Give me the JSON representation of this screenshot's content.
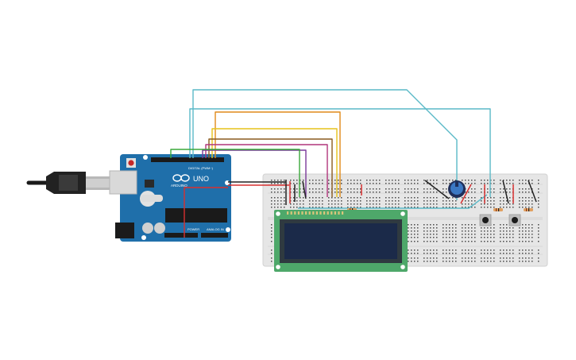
{
  "arduino": {
    "brand_label": "ARDUINO",
    "model_label": "UNO",
    "digital_header_label": "DIGITAL (PWM~)",
    "power_header_label": "POWER",
    "analog_header_label": "ANALOG IN"
  },
  "colors": {
    "board_blue": "#1f6faa",
    "breadboard": "#e6e6e6",
    "lcd_pcb": "#4ea86a",
    "lcd_screen": "#1b2a49",
    "wire_cyan": "#5ab9c7",
    "wire_orange": "#e08a1a",
    "wire_yellow": "#e6c21a",
    "wire_brown": "#8a5a1e",
    "wire_magenta": "#b0357c",
    "wire_purple": "#7a3a9a",
    "wire_green": "#3aa83a",
    "wire_red": "#d83030",
    "wire_black": "#222222"
  }
}
